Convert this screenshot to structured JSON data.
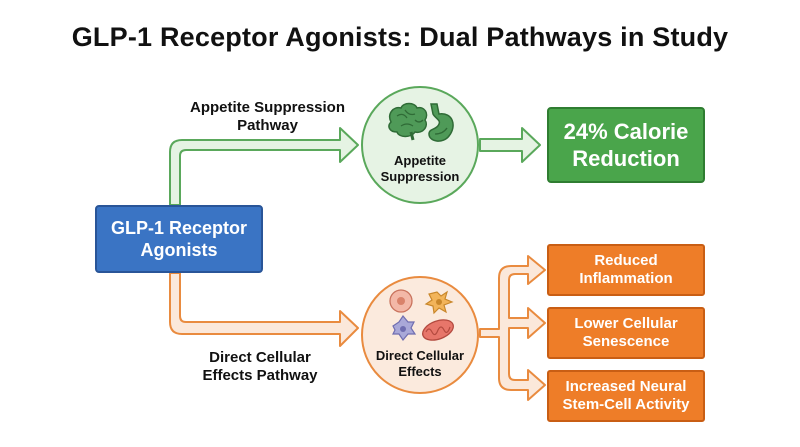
{
  "title": "GLP-1 Receptor Agonists: Dual Pathways in Study",
  "source_node": {
    "label_line1": "GLP-1 Receptor",
    "label_line2": "Agonists"
  },
  "pathways": {
    "appetite": {
      "label_line1": "Appetite Suppression",
      "label_line2": "Pathway",
      "node_line1": "Appetite",
      "node_line2": "Suppression",
      "icons": [
        "brain-icon",
        "stomach-icon"
      ],
      "color": "#5aa85b"
    },
    "cellular": {
      "label_line1": "Direct Cellular",
      "label_line2": "Effects Pathway",
      "node_line1": "Direct Cellular",
      "node_line2": "Effects",
      "icons": [
        "cell-icon",
        "neuron-icon",
        "mitochondrion-icon"
      ],
      "color": "#e98b3f"
    }
  },
  "outcomes": {
    "calorie": {
      "line1": "24% Calorie",
      "line2": "Reduction",
      "color": "#4aa54b"
    },
    "inflammation": {
      "line1": "Reduced",
      "line2": "Inflammation",
      "color": "#ee7d28"
    },
    "senescence": {
      "line1": "Lower Cellular",
      "line2": "Senescence",
      "color": "#ee7d28"
    },
    "neural": {
      "line1": "Increased Neural",
      "line2": "Stem-Cell Activity",
      "color": "#ee7d28"
    }
  },
  "colors": {
    "source": "#3a74c4",
    "green_arrow": "#5aa85b",
    "orange_arrow": "#e98b3f"
  }
}
